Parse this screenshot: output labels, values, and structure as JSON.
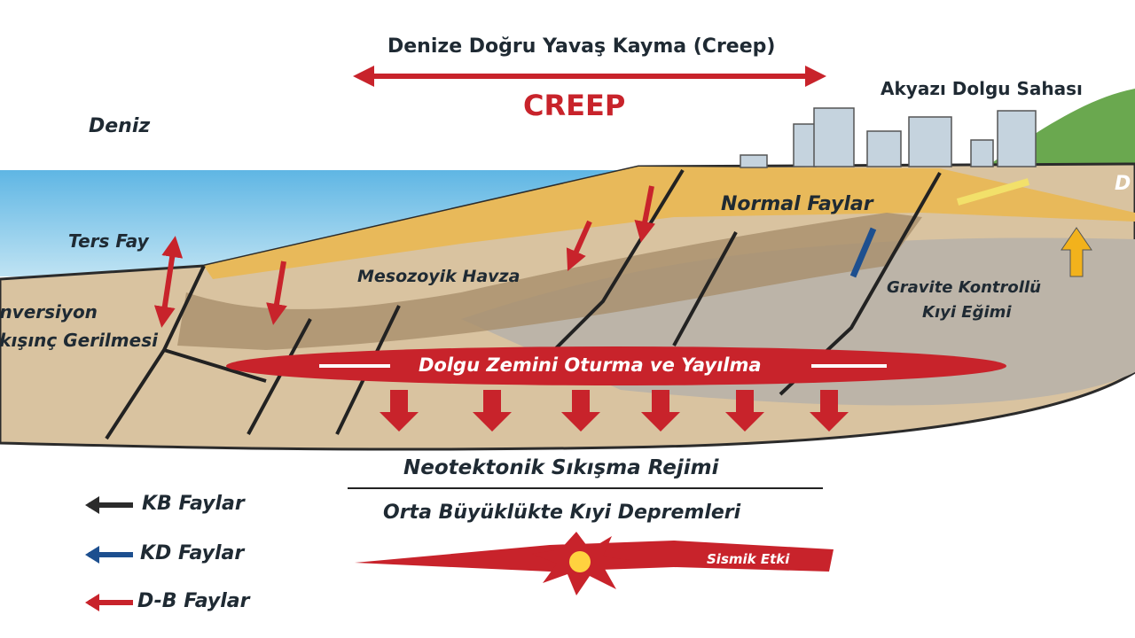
{
  "title": "Denize Doğru Yavaş Kayma (Creep)",
  "creep_label": "CREEP",
  "labels": {
    "sea": "Deniz",
    "site": "Akyazı Dolgu Sahası",
    "reverse_fault": "Ters Fay",
    "inversion_1": "İnversiyon",
    "inversion_2": "Sıkışınç Gerilmesi",
    "mesozoic_basin": "Mesozoyik Havza",
    "normal_faults": "Normal Faylar",
    "gravity_1": "Gravite Kontrollü",
    "gravity_2": "Kıyi Eğimi",
    "right_edge": "D",
    "settlement": "Dolgu Zemini Oturma ve Yayılma",
    "neotectonic": "Neotektonik Sıkışma Rejimi",
    "earthquakes": "Orta Büyüklükte Kıyi Depremleri",
    "seismic": "Sismik Etki"
  },
  "legend": [
    {
      "label": "KB Faylar",
      "color": "#2b2b2b"
    },
    {
      "label": "KD Faylar",
      "color": "#1d4f8f"
    },
    {
      "label": "D-B Faylar",
      "color": "#c8232b"
    }
  ],
  "colors": {
    "accent_red": "#c8232b",
    "sea": "#7cc4e8",
    "sand": "#e8b95a",
    "soil": "#d8c4a0"
  }
}
